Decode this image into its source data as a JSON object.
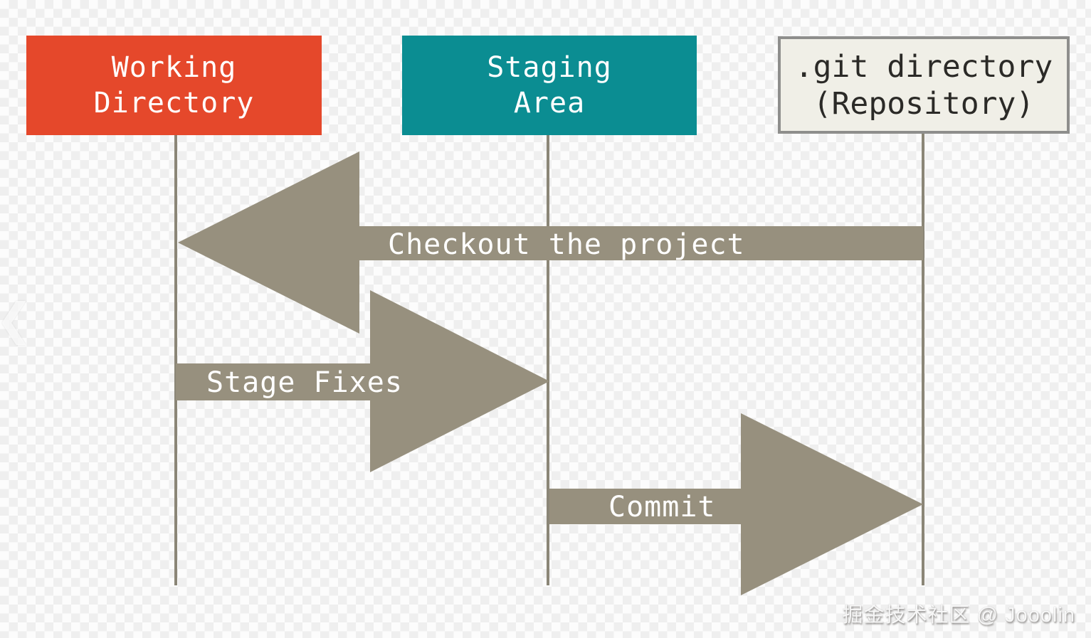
{
  "diagram_type": "git-areas-sequence-diagram",
  "colors": {
    "working_directory_box": "#E5482B",
    "staging_area_box": "#0B8D92",
    "repository_box_bg": "#F0EFE7",
    "repository_box_border": "#8E8E8C",
    "arrow_fill": "#97907E",
    "lifeline": "#8B8677",
    "node_text_light": "#FFFFFF",
    "repository_box_text": "#2B2A27",
    "checker_light": "#FCFCFC",
    "checker_dark": "#EFEFEF"
  },
  "nodes": [
    {
      "id": "working-directory",
      "line1": "Working",
      "line2": "Directory"
    },
    {
      "id": "staging-area",
      "line1": "Staging",
      "line2": "Area"
    },
    {
      "id": "repository",
      "line1": ".git directory",
      "line2": "(Repository)"
    }
  ],
  "arrows": [
    {
      "id": "checkout",
      "label": "Checkout the project",
      "direction": "left",
      "from": "repository",
      "to": "working-directory"
    },
    {
      "id": "stage-fixes",
      "label": "Stage Fixes",
      "direction": "right",
      "from": "working-directory",
      "to": "staging-area"
    },
    {
      "id": "commit",
      "label": "Commit",
      "direction": "right",
      "from": "staging-area",
      "to": "repository"
    }
  ],
  "watermark": "掘金技术社区 @ Jooolin",
  "nav": {
    "prev_icon": "❮"
  }
}
